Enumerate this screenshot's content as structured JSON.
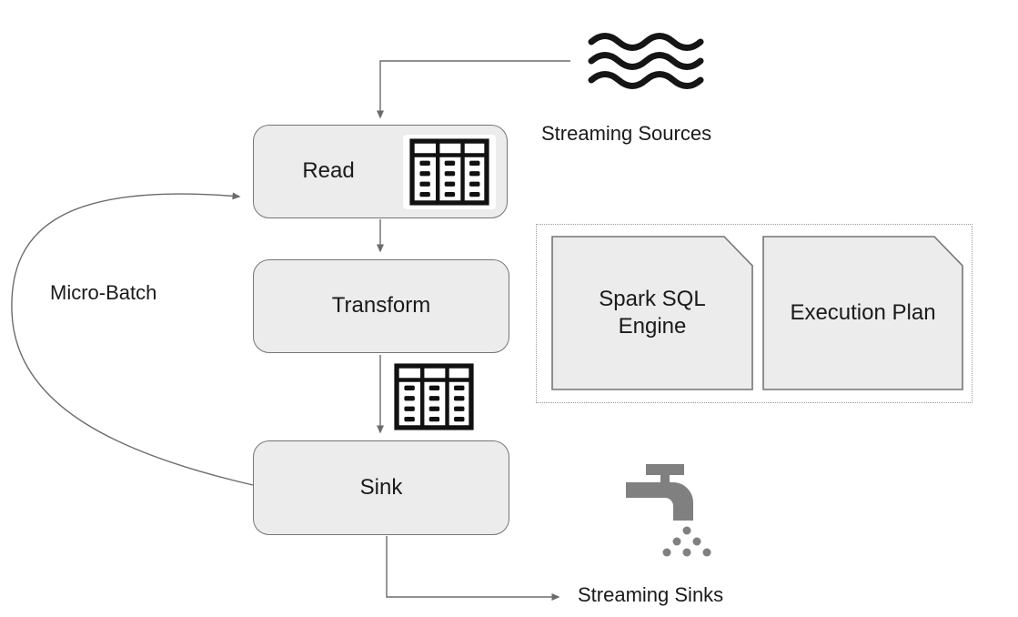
{
  "diagram": {
    "nodes": {
      "read": {
        "label": "Read"
      },
      "transform": {
        "label": "Transform"
      },
      "sink": {
        "label": "Sink"
      },
      "spark_sql_engine": {
        "label": "Spark SQL Engine"
      },
      "execution_plan": {
        "label": "Execution Plan"
      }
    },
    "annotations": {
      "micro_batch": "Micro-Batch",
      "streaming_sources": "Streaming Sources",
      "streaming_sinks": "Streaming Sinks"
    },
    "icons": {
      "sources": "waves-icon",
      "read": "table-columns-icon",
      "between_transform_and_sink": "table-columns-icon",
      "sinks": "faucet-icon"
    },
    "colors": {
      "node_fill": "#ececec",
      "node_border": "#757575",
      "connector": "#6b6b6b",
      "text": "#1a1a1a",
      "table_icon": "#111111",
      "faucet": "#808080",
      "dotted_container_border": "#9a9a9a",
      "background": "#ffffff"
    }
  }
}
